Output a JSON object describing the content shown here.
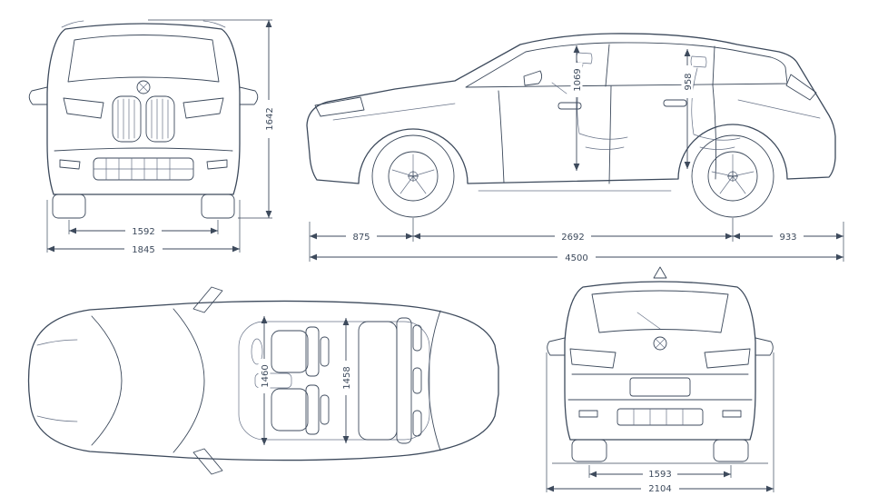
{
  "colors": {
    "background": "#ffffff",
    "line": "#3d4a5c"
  },
  "views": {
    "front": {
      "dims": {
        "track_width": "1592",
        "overall_width": "1845",
        "overall_height": "1642"
      }
    },
    "side": {
      "dims": {
        "front_headroom": "1069",
        "rear_headroom": "958",
        "front_overhang": "875",
        "wheelbase": "2692",
        "rear_overhang": "933",
        "overall_length": "4500"
      }
    },
    "top": {
      "dims": {
        "front_interior_width": "1460",
        "rear_interior_width": "1458"
      }
    },
    "rear": {
      "dims": {
        "rear_track_width": "1593",
        "overall_width_incl_mirrors": "2104"
      }
    }
  }
}
